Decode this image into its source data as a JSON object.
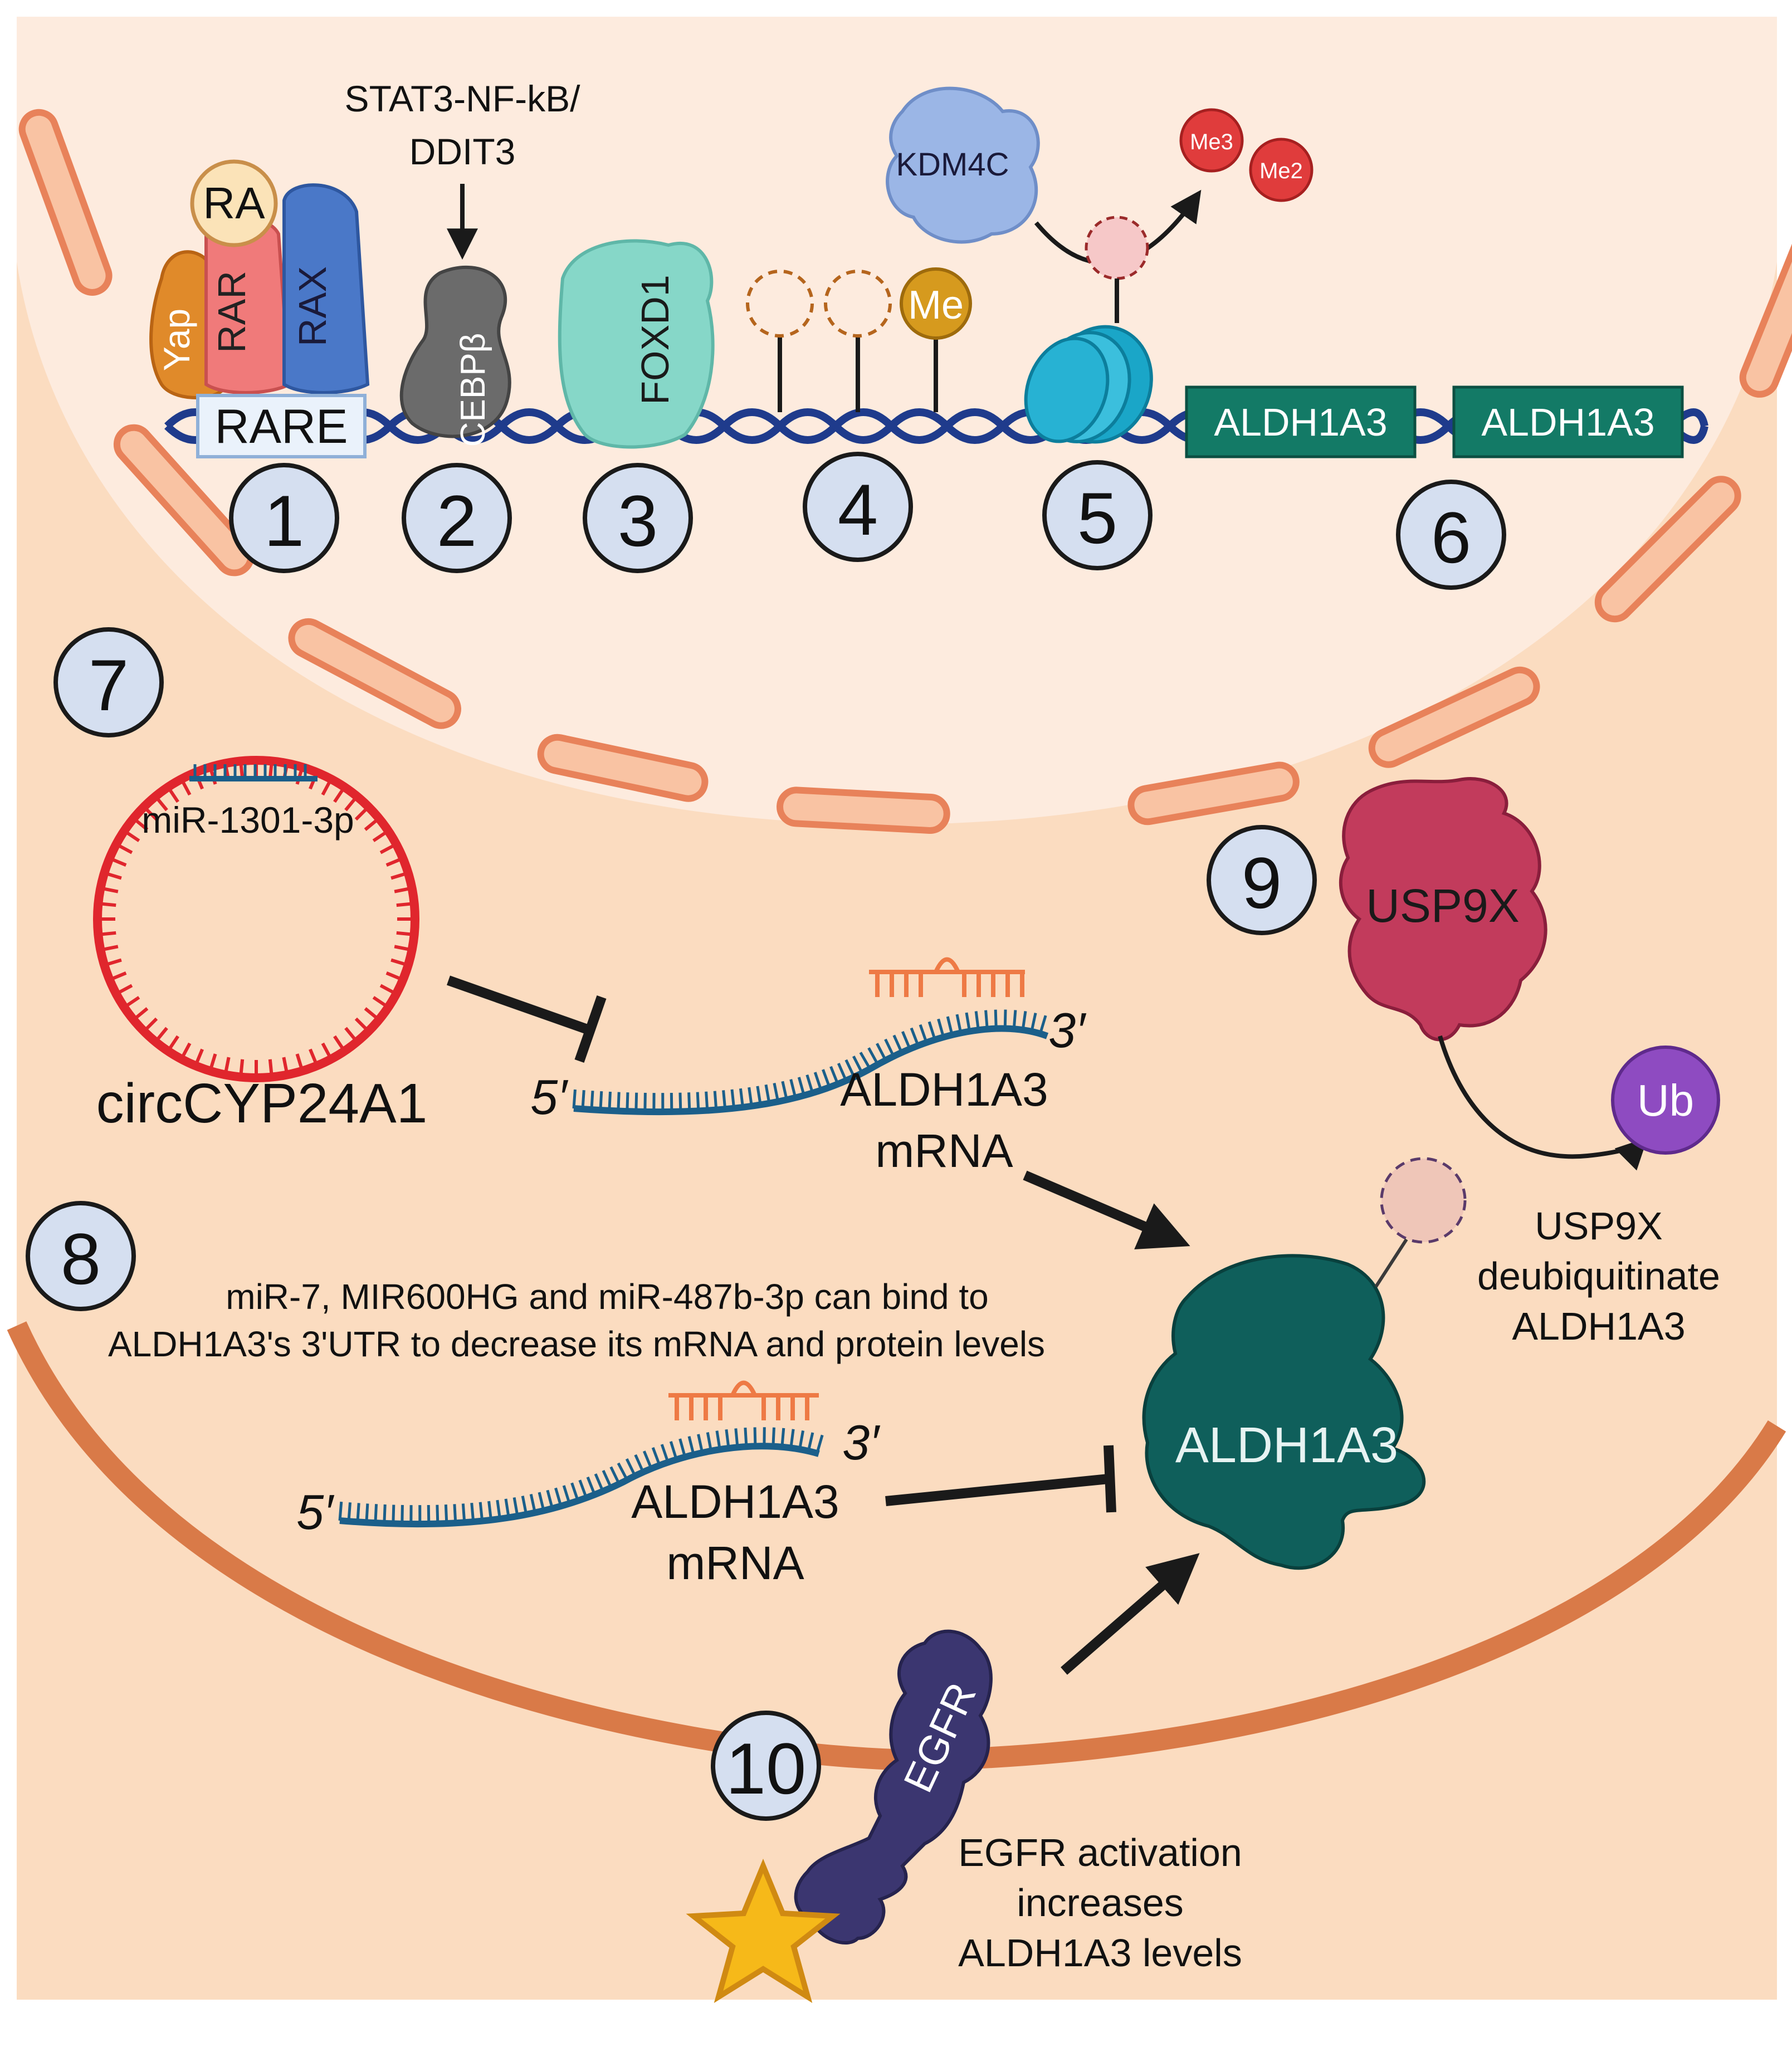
{
  "colors": {
    "cytoplasm": "#fbdcc0",
    "nucleus": "#fdebde",
    "membrane": "#e07a4a",
    "envelope_fill": "#f9c3a3",
    "envelope_stroke": "#e8825a",
    "dna": "#1f3b8c",
    "aldh_box": "#137a66",
    "aldh_protein": "#0f5f5b",
    "usp9x": "#c23b5c",
    "ub": "#8e4bc1",
    "egfr": "#3b3670",
    "circ": "#e0262d",
    "mrna": "#1b5f8a",
    "mirna": "#ee7a45",
    "step_badge": "#d5dff0"
  },
  "steps": [
    "1",
    "2",
    "3",
    "4",
    "5",
    "6",
    "7",
    "8",
    "9",
    "10"
  ],
  "nucleus": {
    "ra": "RA",
    "yap": "Yap",
    "rar": "RAR",
    "rax": "RAX",
    "rare": "RARE",
    "upstream_line1": "STAT3-NF-kB/",
    "upstream_line2": "DDIT3",
    "cebpb": "CEBPβ",
    "foxd1": "FOXD1",
    "me": "Me",
    "kdm4c": "KDM4C",
    "me3": "Me3",
    "me2": "Me2",
    "gene1": "ALDH1A3",
    "gene2": "ALDH1A3"
  },
  "cytoplasm": {
    "mirna_label": "miR-1301-3p",
    "circ_label": "circCYP24A1",
    "five_prime": "5′",
    "three_prime": "3′",
    "mrna_line1": "ALDH1A3",
    "mrna_line2": "mRNA",
    "step8_line1": "miR-7, MIR600HG  and miR-487b-3p can bind to",
    "step8_line2": "ALDH1A3's 3'UTR to decrease its mRNA and protein levels",
    "usp9x": "USP9X",
    "ub": "Ub",
    "usp9x_note_line1": "USP9X",
    "usp9x_note_line2": "deubiquitinate",
    "usp9x_note_line3": "ALDH1A3",
    "protein": "ALDH1A3",
    "egfr": "EGFR",
    "egfr_note_line1": "EGFR activation",
    "egfr_note_line2": "increases",
    "egfr_note_line3": "ALDH1A3 levels"
  }
}
